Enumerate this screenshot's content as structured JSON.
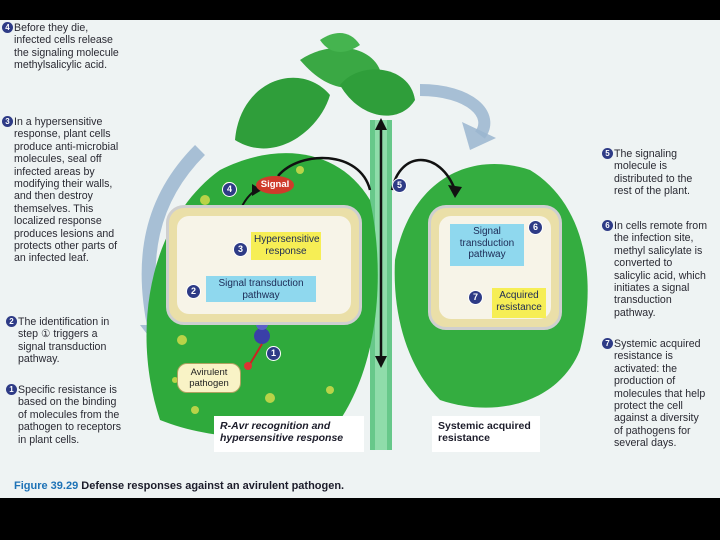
{
  "notes": [
    {
      "num": "4",
      "text": "Before they die, infected cells release the signaling molecule methylsalicylic acid."
    },
    {
      "num": "3",
      "text": "In a hypersensitive response, plant cells produce anti-microbial molecules, seal off infected areas by modifying their walls, and then destroy themselves. This localized response produces lesions and protects other parts of an infected leaf."
    },
    {
      "num": "2",
      "text": "The identification in step ① triggers a signal transduction pathway."
    },
    {
      "num": "1",
      "text": "Specific resistance is based on the binding of molecules from the pathogen to receptors in plant cells."
    },
    {
      "num": "5",
      "text": "The signaling molecule is distributed to the rest of the plant."
    },
    {
      "num": "6",
      "text": "In cells remote from the infection site, methyl salicylate is converted to salicylic acid, which initiates a signal transduction pathway."
    },
    {
      "num": "7",
      "text": "Systemic acquired resistance is activated: the production of molecules that help protect the cell against a diversity of pathogens for several days."
    }
  ],
  "diagram": {
    "signal": "Signal",
    "hypersensitive": "Hypersensitive response",
    "signal_transduction_left": "Signal transduction pathway",
    "signal_transduction_right": "Signal transduction pathway",
    "acquired_resistance": "Acquired resistance",
    "avirulent_pathogen": "Avirulent pathogen",
    "caption_left": "R-Avr recognition and hypersensitive response",
    "caption_right": "Systemic acquired resistance",
    "step_numbers": [
      "1",
      "2",
      "3",
      "4",
      "5",
      "6",
      "7"
    ]
  },
  "figure_caption": {
    "label": "Figure 39.29",
    "text": "Defense responses against an avirulent pathogen."
  }
}
